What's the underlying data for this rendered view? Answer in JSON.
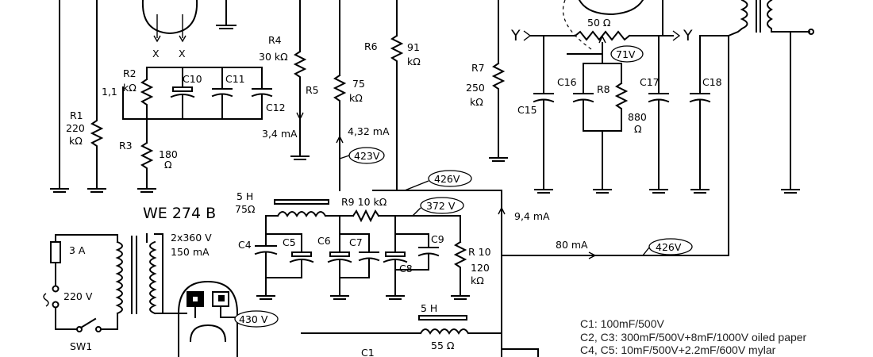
{
  "labels": {
    "r1": "R1",
    "r1_val": "220",
    "r1_unit": "kΩ",
    "v11": "1,1",
    "r2": "R2",
    "r2_unit": "kΩ",
    "r3": "R3",
    "r3_val": "180",
    "r3_unit": "Ω",
    "x_left": "X",
    "x_right": "X",
    "c10": "C10",
    "c11": "C11",
    "c12": "C12",
    "r4": "R4",
    "r4_val": "30 kΩ",
    "r5": "R5",
    "i_34": "3,4 mA",
    "r5_val": "75",
    "r5_unit": "kΩ",
    "i_432": "4,32 mA",
    "v_423": "423V",
    "r6": "R6",
    "r6_val": "91",
    "r6_unit": "kΩ",
    "r7": "R7",
    "r7_val": "250",
    "r7_unit": "kΩ",
    "pot_val": "50 Ω",
    "y_left": "Y",
    "y_right": "Y",
    "v_71": "71V",
    "c15": "C15",
    "c16": "C16",
    "r8": "R8",
    "r8_val": "880",
    "r8_unit": "Ω",
    "c17": "C17",
    "c18": "C18",
    "choke1": "5 H",
    "choke1_res": "75Ω",
    "r9": "R9 10 kΩ",
    "v_426a": "426V",
    "v_372": "372 V",
    "i_94": "9,4 mA",
    "c4": "C4",
    "c5": "C5",
    "c6": "C6",
    "c7": "C7",
    "c8": "C8",
    "c9": "C9",
    "r10": "R 10",
    "r10_val": "120",
    "r10_unit": "kΩ",
    "i_80": "80 mA",
    "v_426b": "426V",
    "tube": "WE 274 B",
    "xfmr_v": "2x360 V",
    "xfmr_i": "150 mA",
    "fuse": "3 A",
    "mains": "220 V",
    "sw": "SW1",
    "v_430": "430 V",
    "choke2": "5 H",
    "choke2_res": "55 Ω",
    "c1_partial": "C1"
  },
  "notes": [
    "C1: 100mF/500V",
    "C2, C3: 300mF/500V+8mF/1000V oiled paper",
    "C4, C5: 10mF/500V+2.2mF/600V mylar"
  ]
}
